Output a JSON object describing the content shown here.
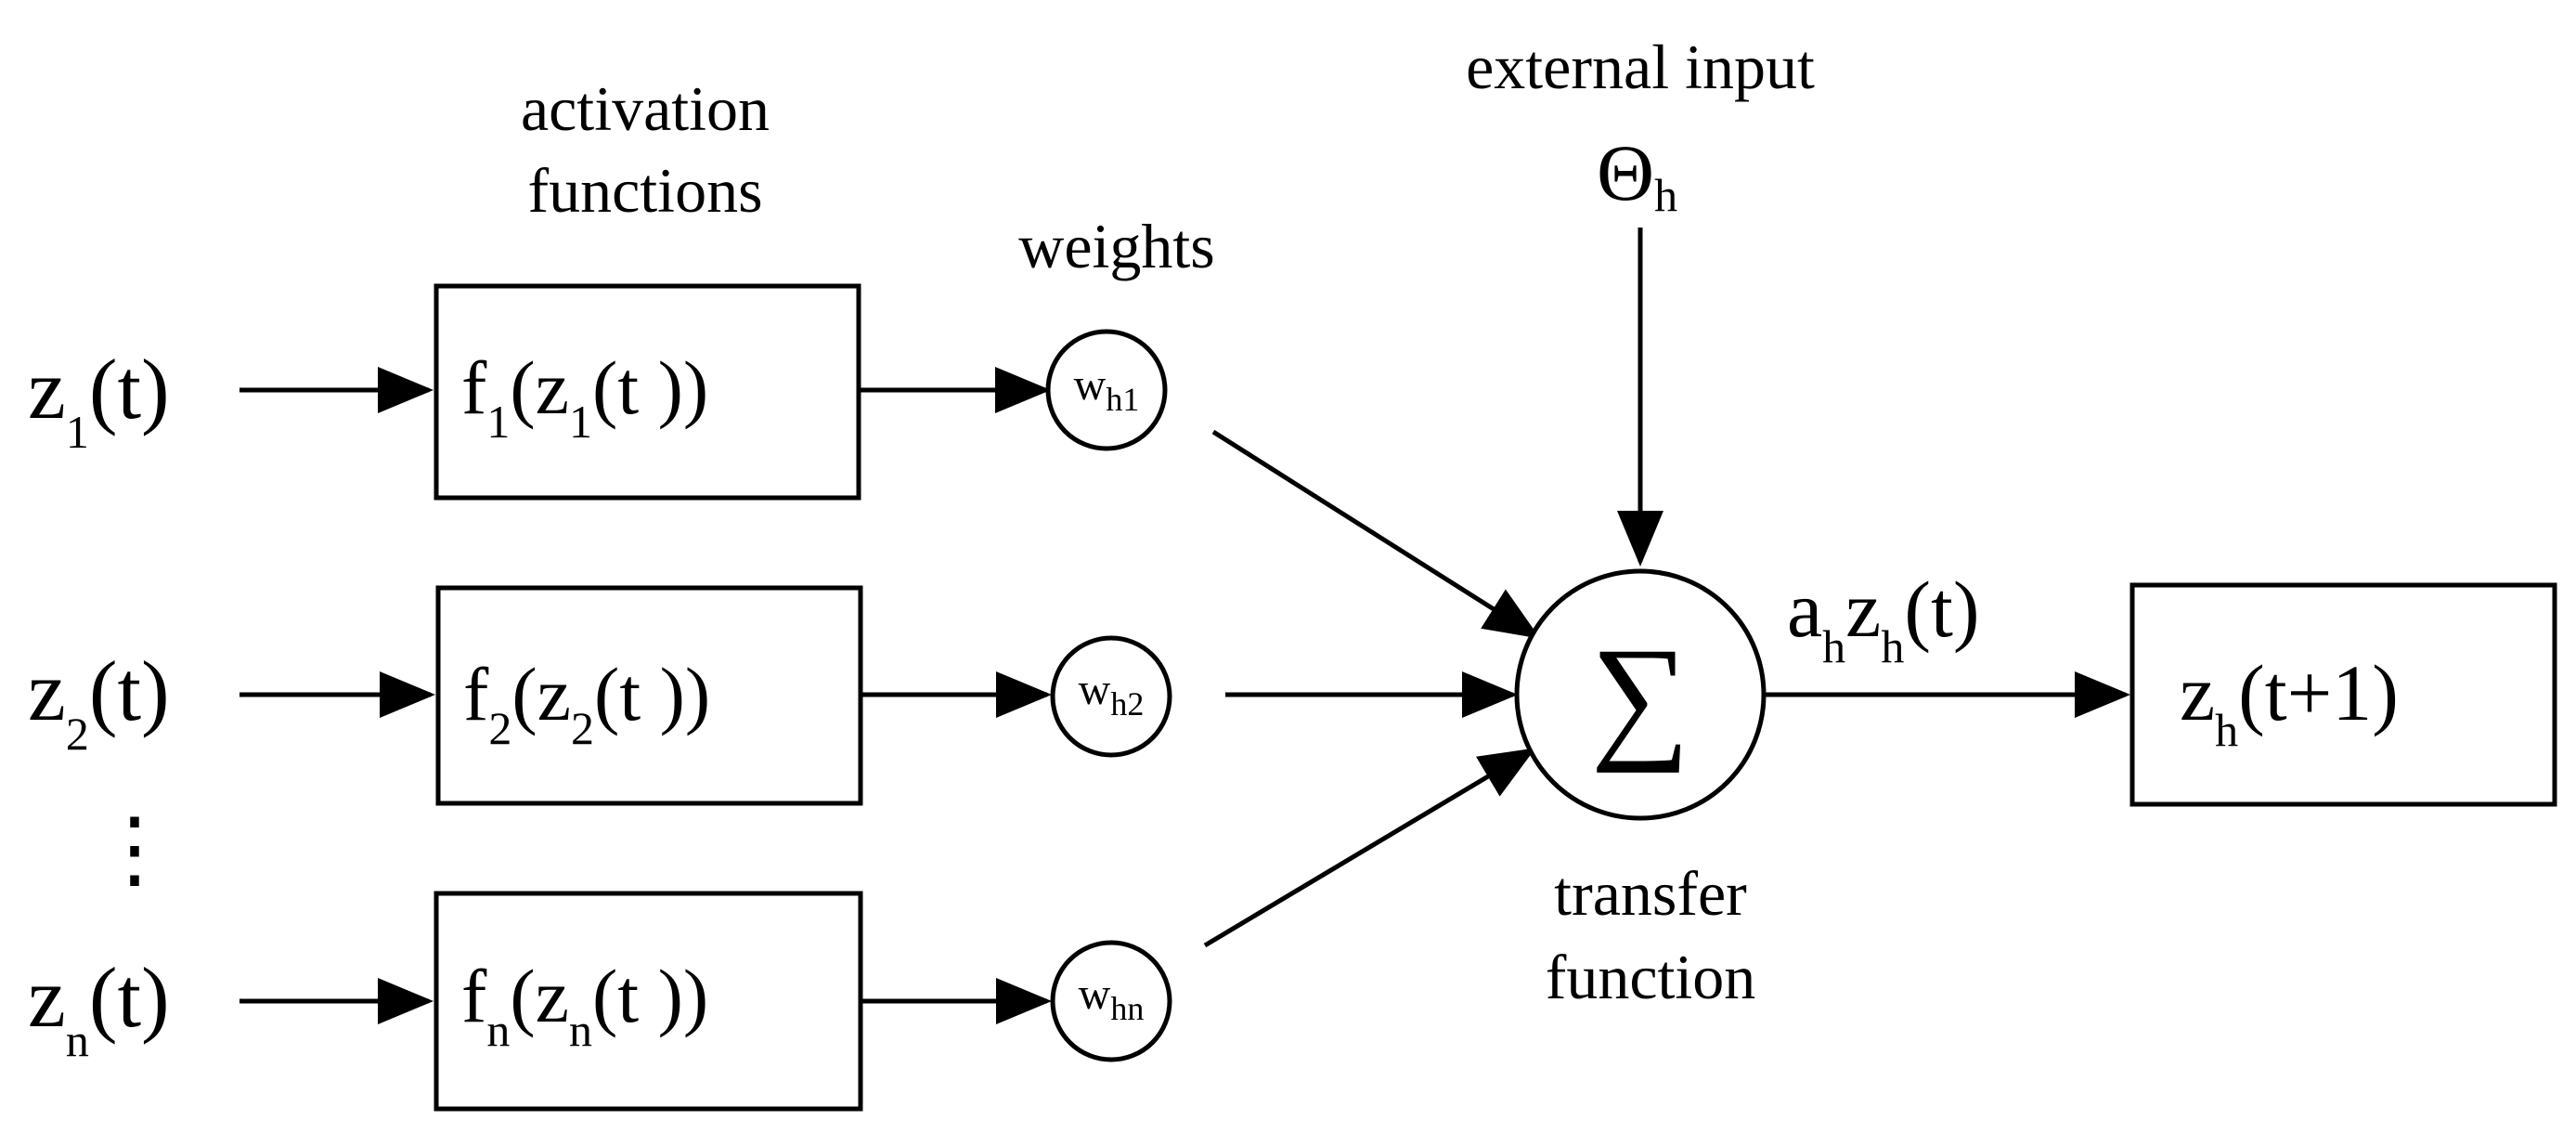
{
  "labels": {
    "activation_line1": "activation",
    "activation_line2": "functions",
    "weights": "weights",
    "external_input": "external input",
    "transfer_line1": "transfer",
    "transfer_line2": "function",
    "vertical_dots": "⋮"
  },
  "theta": {
    "symbol": "Θ",
    "subscript": "h"
  },
  "summation": {
    "symbol": "∑"
  },
  "rows": [
    {
      "input": {
        "main": "z",
        "sub": "1",
        "tail": "(t)"
      },
      "activation": {
        "f": "f",
        "f_sub": "1",
        "mid": "(z",
        "z_sub": "1",
        "tail": "(t ))"
      },
      "weight": {
        "main": "w",
        "sub": "h1"
      }
    },
    {
      "input": {
        "main": "z",
        "sub": "2",
        "tail": "(t)"
      },
      "activation": {
        "f": "f",
        "f_sub": "2",
        "mid": "(z",
        "z_sub": "2",
        "tail": "(t ))"
      },
      "weight": {
        "main": "w",
        "sub": "h2"
      }
    },
    {
      "input": {
        "main": "z",
        "sub": "n",
        "tail": "(t)"
      },
      "activation": {
        "f": "f",
        "f_sub": "n",
        "mid": "(z",
        "z_sub": "n",
        "tail": "(t ))"
      },
      "weight": {
        "main": "w",
        "sub": "hn"
      }
    }
  ],
  "sum_output": {
    "a": "a",
    "a_sub": "h",
    "z": "z",
    "z_sub": "h",
    "tail": "(t)"
  },
  "output": {
    "z": "z",
    "z_sub": "h",
    "tail": "(t+1)"
  }
}
